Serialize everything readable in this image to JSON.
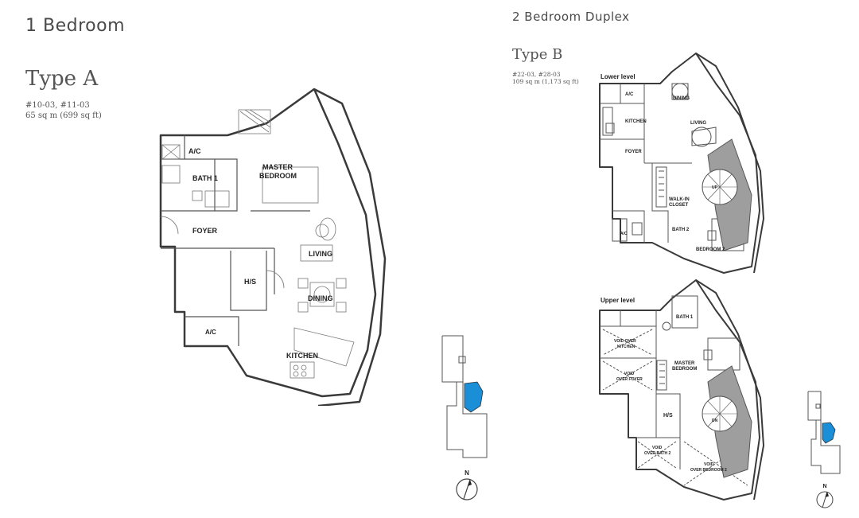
{
  "left": {
    "heading": "1 Bedroom",
    "type": "Type A",
    "units": "#10-03, #11-03",
    "area": "65 sq m (699 sq ft)",
    "rooms": {
      "ac": "A/C",
      "bath1": "BATH 1",
      "master1": "MASTER",
      "master2": "BEDROOM",
      "foyer": "FOYER",
      "living": "LIVING",
      "hs": "H/S",
      "dining": "DINING",
      "ac2": "A/C",
      "kitchen": "KITCHEN"
    },
    "north": "N"
  },
  "right": {
    "heading": "2 Bedroom Duplex",
    "type": "Type B",
    "units": "#22-03, #28-03",
    "area": "109 sq m (1,173 sq ft)",
    "lower": {
      "title": "Lower level",
      "ac": "A/C",
      "dining": "DINING",
      "kitchen": "KITCHEN",
      "living": "LIVING",
      "foyer": "FOYER",
      "up": "UP",
      "walkin1": "WALK-IN",
      "walkin2": "CLOSET",
      "ac2": "A/C",
      "bath2": "BATH 2",
      "bedroom2": "BEDROOM 2"
    },
    "upper": {
      "title": "Upper level",
      "bath1": "BATH 1",
      "void_kitchen1": "VOID OVER",
      "void_kitchen2": "KITCHEN",
      "master1": "MASTER",
      "master2": "BEDROOM",
      "void_foyer1": "VOID",
      "void_foyer2": "OVER FOYER",
      "hs": "H/S",
      "dn": "DN",
      "void_bath1": "VOID",
      "void_bath2": "OVER BATH 2",
      "void_bed1": "VOID",
      "void_bed2": "OVER BEDROOM 2"
    },
    "north": "N"
  },
  "colors": {
    "highlight": "#1a8fd8",
    "wall": "#3a3a3a",
    "stair": "#9e9e9e"
  }
}
